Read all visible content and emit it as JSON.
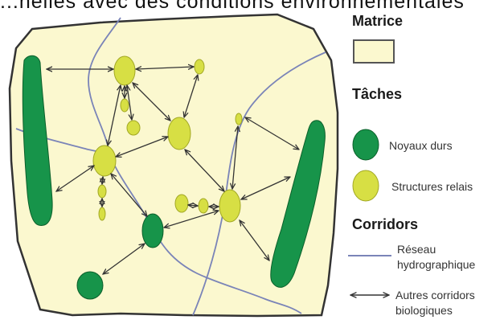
{
  "top_text": "...nelles avec des conditions environnementales",
  "legend": {
    "matrice": {
      "heading": "Matrice"
    },
    "taches": {
      "heading": "Tâches",
      "noyaux_durs": "Noyaux durs",
      "structures_relais": "Structures relais"
    },
    "corridors": {
      "heading": "Corridors",
      "reseau_line1": "Réseau",
      "reseau_line2": "hydrographique",
      "autres_line1": "Autres corridors",
      "autres_line2": "biologiques"
    }
  },
  "colors": {
    "matrice": "#fbf8cf",
    "matrice_outline": "#333333",
    "noyaux_durs": "#17944a",
    "structures_relais": "#d7df44",
    "reseau": "#7a84b8",
    "arrow": "#333333"
  }
}
